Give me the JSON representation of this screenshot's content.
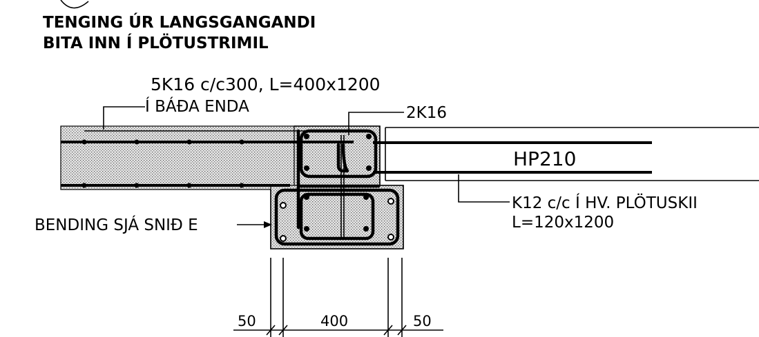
{
  "title": {
    "line1": "TENGING ÚR LANGSGANGANDI",
    "line2": "BITA INN Í PLÖTUSTRIMIL"
  },
  "labels": {
    "rebar_top": "5K16 c/c300, L=400x1200",
    "rebar_top_note": "Í BÁÐA ENDA",
    "stirrup_bars": "2K16",
    "slab": "HP210",
    "slab_rebar": "K12 c/c Í HV. PLÖTUSKII",
    "slab_rebar_length": "L=120x1200",
    "bending": "BENDING SJÁ SNIÐ E"
  },
  "dimensions": {
    "left": "50",
    "middle": "400",
    "right": "50"
  },
  "colors": {
    "ink": "#000000",
    "concrete": "#d6d6d6",
    "paper": "#ffffff"
  }
}
